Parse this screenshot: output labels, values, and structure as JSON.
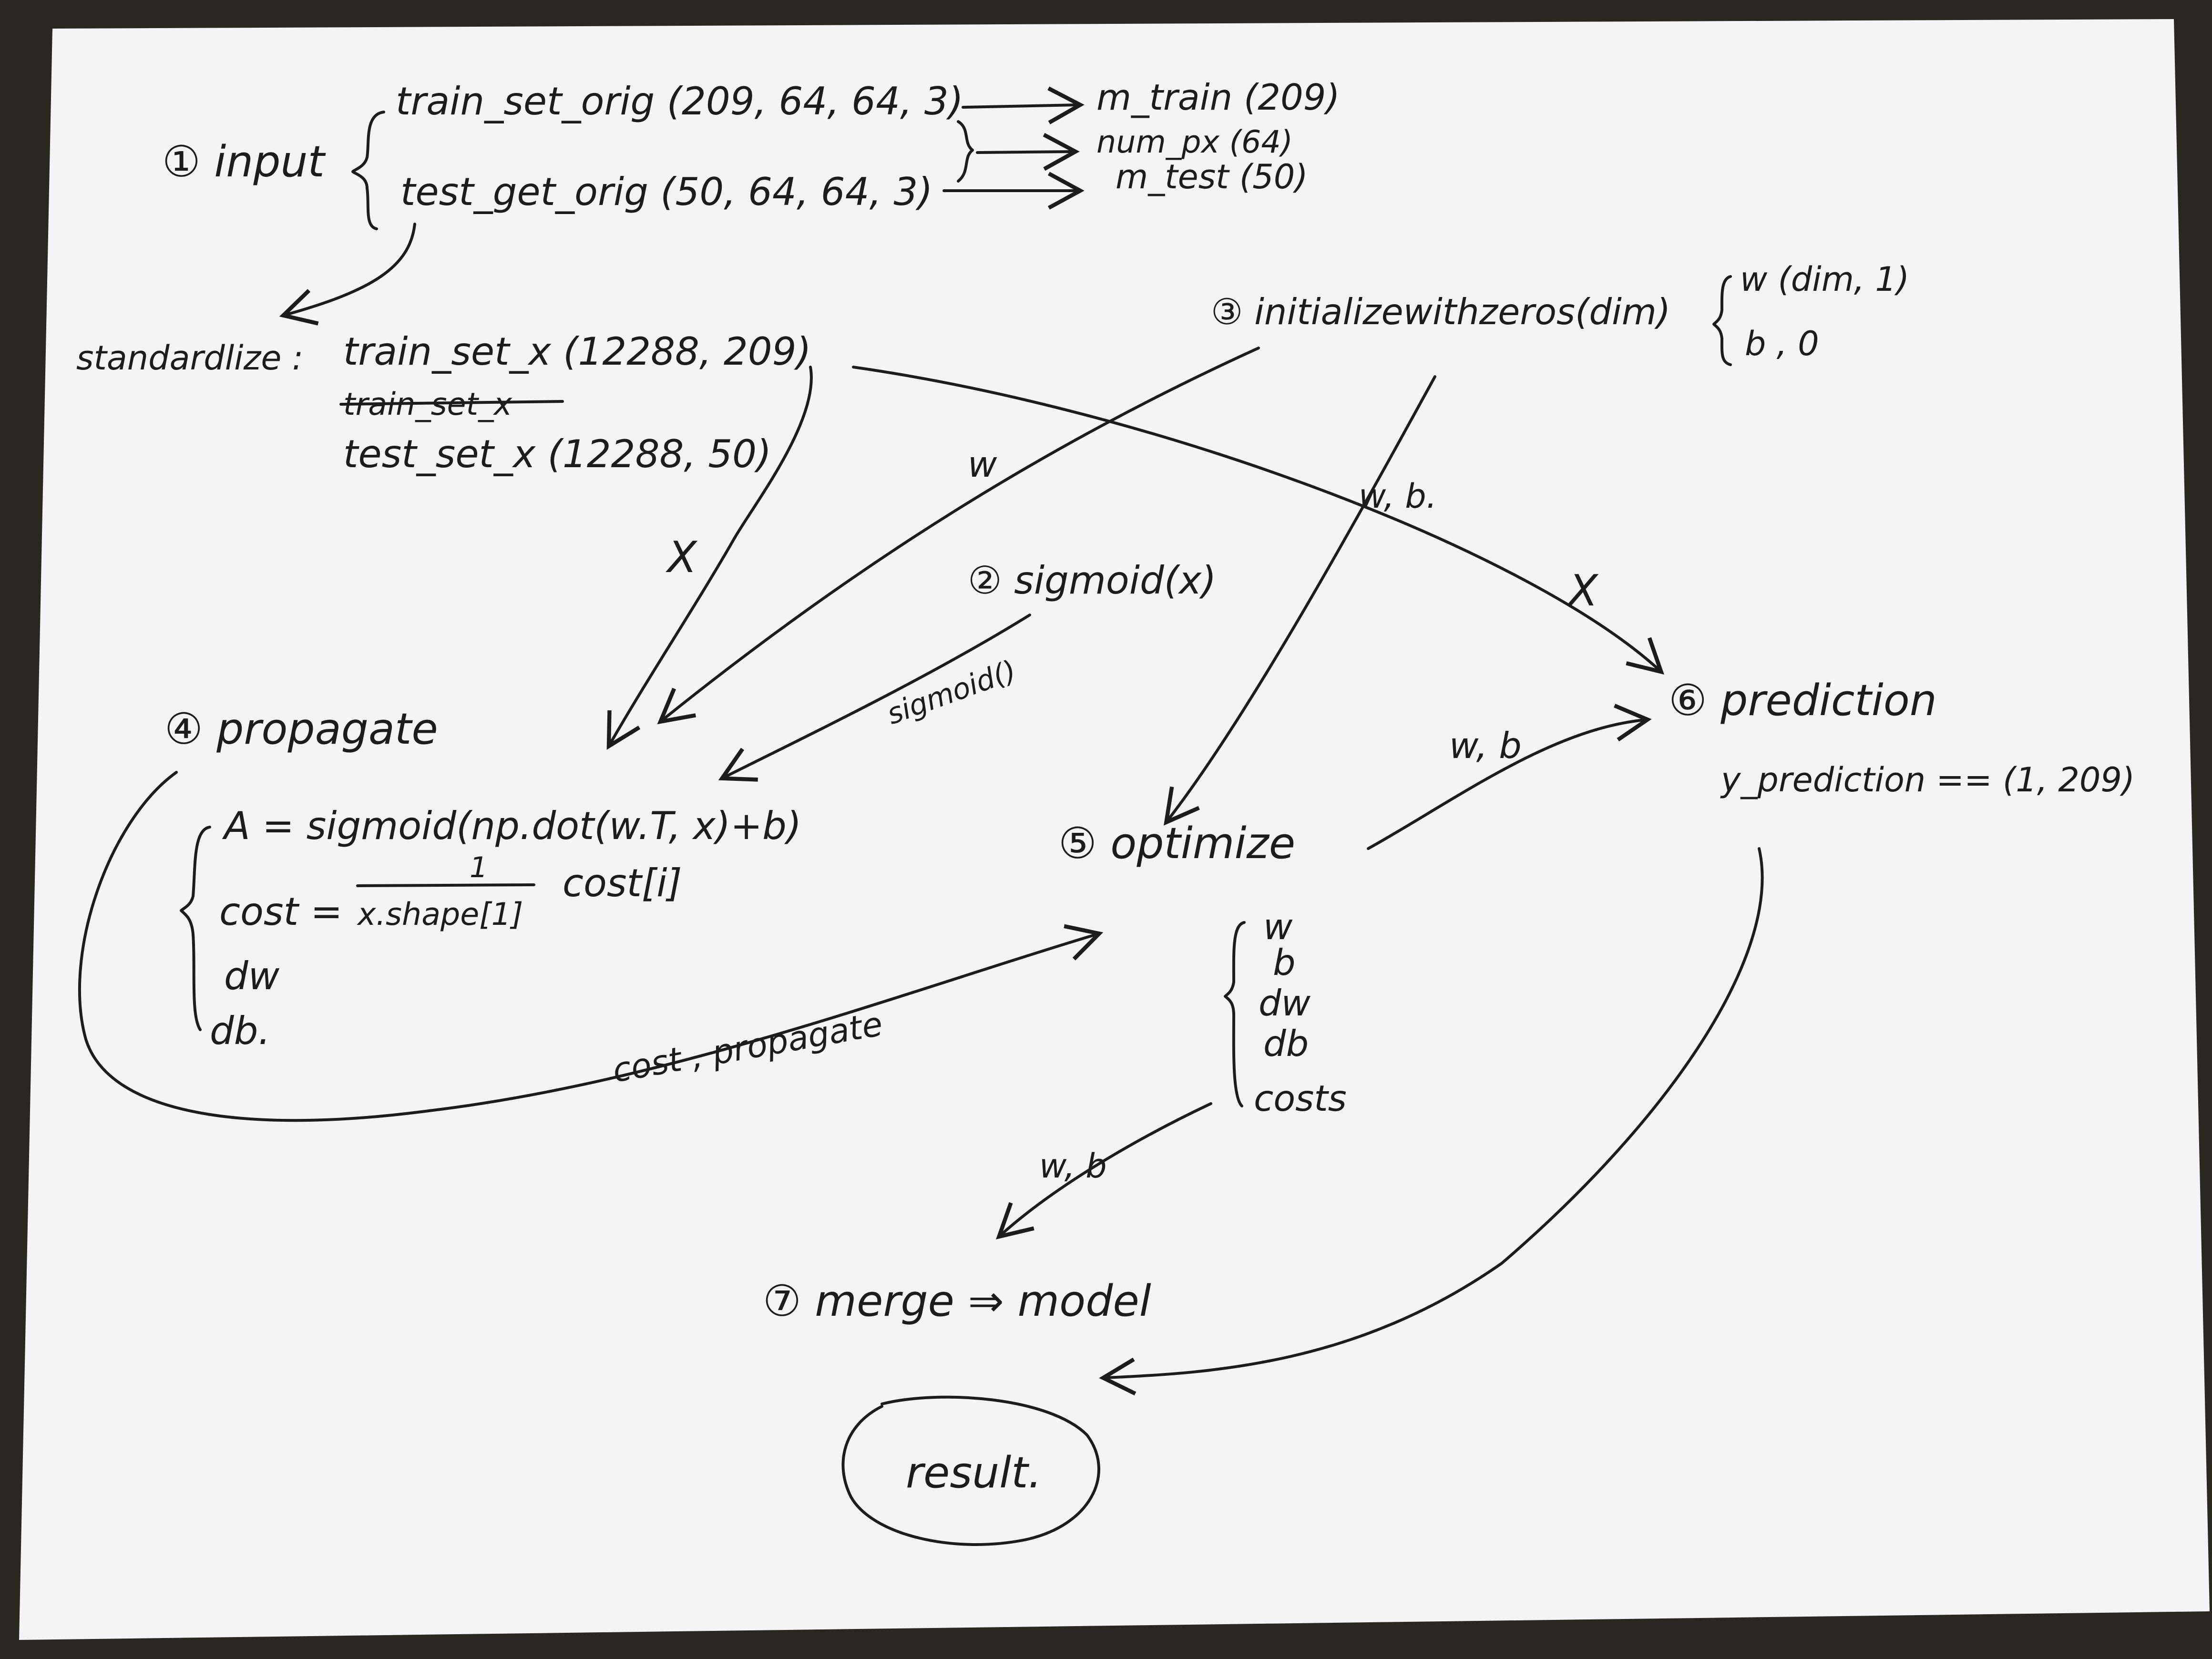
{
  "nodes": {
    "input": {
      "label": "① input",
      "train": "train_set_orig (209, 64, 64, 3)",
      "test": "test_get_orig (50, 64, 64, 3)",
      "m_train": "m_train (209)",
      "num_px": "num_px (64)",
      "m_test": "m_test (50)"
    },
    "standardize": {
      "label": "standardlize :",
      "train_x": "train_set_x (12288, 209)",
      "struck": "train_set_x",
      "test_x": "test_set_x (12288, 50)"
    },
    "initialize": {
      "label": "③ initializewithzeros(dim)",
      "w": "w (dim, 1)",
      "b": "b , 0"
    },
    "sigmoid": {
      "label": "② sigmoid(x)"
    },
    "propagate": {
      "label": "④ propagate",
      "A": "A = sigmoid(np.dot(w.T, x)+b)",
      "cost_prefix": "cost =",
      "cost_num": "1",
      "cost_den": "x.shape[1]",
      "cost_suffix": "cost[i]",
      "dw": "dw",
      "db": "db."
    },
    "optimize": {
      "label": "⑤ optimize",
      "outputs": [
        "w",
        "b",
        "dw",
        "db",
        "costs"
      ]
    },
    "prediction": {
      "label": "⑥ prediction",
      "shape": "y_prediction == (1, 209)"
    },
    "merge": {
      "label": "⑦ merge ⇒ model"
    },
    "result": {
      "label": "result."
    }
  },
  "edge_labels": {
    "x_left": "X",
    "w_init": "w",
    "wb_init": "w, b.",
    "x_right": "X",
    "sigmoid_edge": "sigmoid()",
    "wb_predict": "w, b",
    "cost_propagate": "cost , propagate",
    "wb_merge": "w, b"
  }
}
